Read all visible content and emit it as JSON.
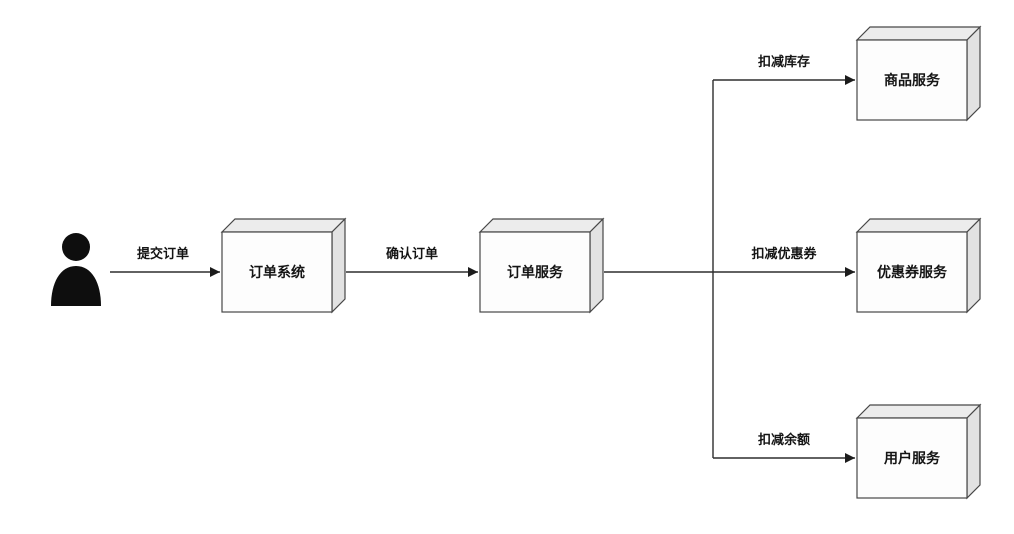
{
  "diagram": {
    "type": "flow-diagram",
    "actor": {
      "icon": "user-silhouette-icon"
    },
    "nodes": [
      {
        "id": "order-system",
        "label": "订单系统"
      },
      {
        "id": "order-service",
        "label": "订单服务"
      },
      {
        "id": "product-service",
        "label": "商品服务"
      },
      {
        "id": "coupon-service",
        "label": "优惠券服务"
      },
      {
        "id": "user-service",
        "label": "用户服务"
      }
    ],
    "edges": [
      {
        "from": "user",
        "to": "order-system",
        "label": "提交订单"
      },
      {
        "from": "order-system",
        "to": "order-service",
        "label": "确认订单"
      },
      {
        "from": "order-service",
        "to": "product-service",
        "label": "扣减库存"
      },
      {
        "from": "order-service",
        "to": "coupon-service",
        "label": "扣减优惠券"
      },
      {
        "from": "order-service",
        "to": "user-service",
        "label": "扣减余额"
      }
    ],
    "colors": {
      "box_front": "#fdfdfd",
      "box_top": "#ececec",
      "box_side": "#e2e2e2",
      "stroke": "#474747",
      "text": "#141414",
      "line": "#2e2e2e"
    }
  }
}
